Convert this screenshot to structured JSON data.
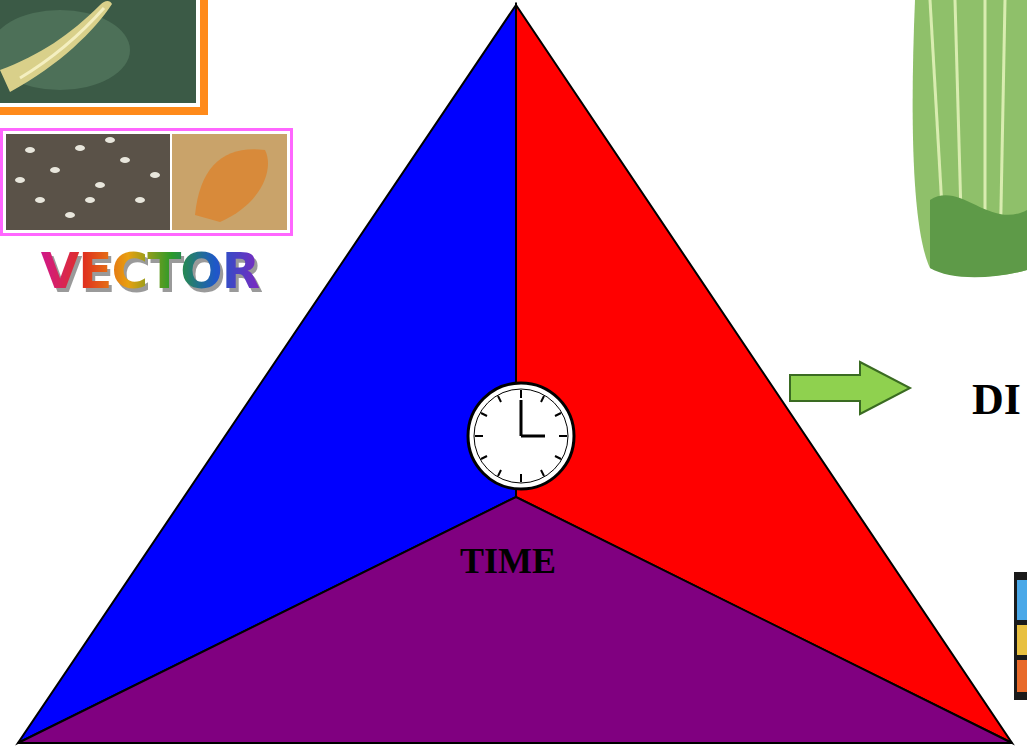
{
  "diagram": {
    "labels": [
      "VECTOR",
      "TIME",
      "DI"
    ]
  }
}
